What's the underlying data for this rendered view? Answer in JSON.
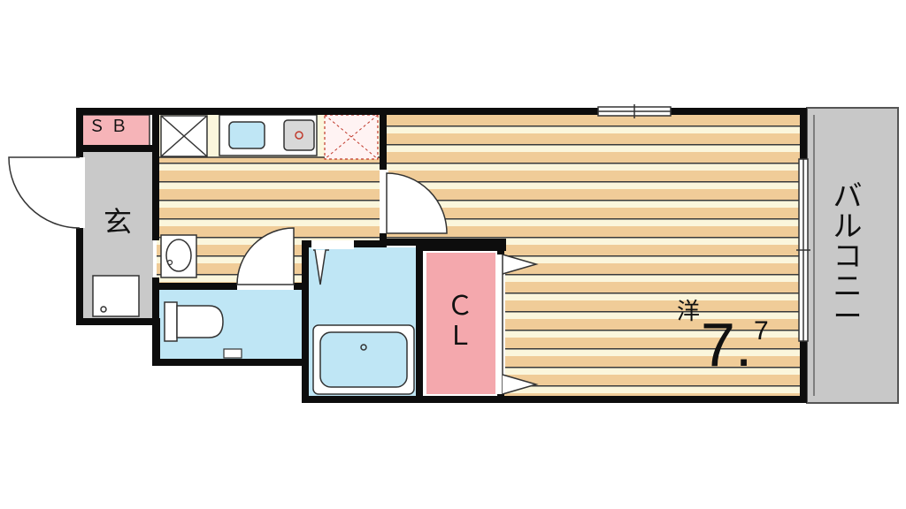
{
  "rooms": {
    "shoe_box": "ＳＢ",
    "entrance": "玄",
    "closet": "ＣＬ",
    "balcony": "バルコニー",
    "western_room": {
      "label": "洋",
      "size_main": "7.",
      "size_fraction": "7"
    }
  },
  "colors": {
    "wall": "#0d0d0d",
    "floor_light": "#fbf6dc",
    "floor_stripe": "#f0cc98",
    "entrance_floor": "#c9c9c9",
    "closet": "#f4a8ad",
    "wet_area": "#bfe6f5",
    "shoe_box": "#f6b4b8",
    "balcony": "#c8c8c8"
  }
}
